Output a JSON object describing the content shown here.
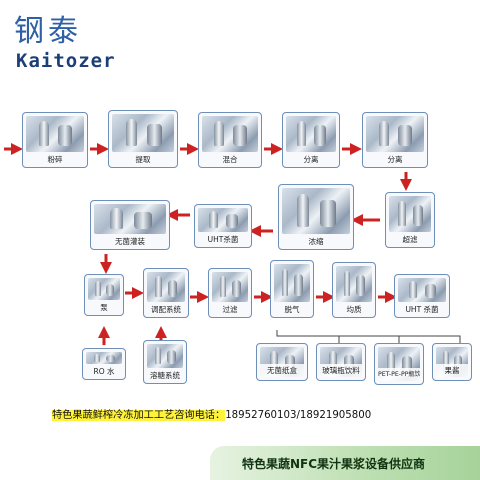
{
  "brand": {
    "name_cn": "钢泰",
    "name_en": "Kaitozer"
  },
  "colors": {
    "arrow": "#cc2222",
    "box_border": "#6e8fb8",
    "highlight": "#fff23a",
    "banner": "#a6d39a"
  },
  "steps": {
    "crush": "粉碎",
    "extract": "提取",
    "mix": "混合",
    "separate1": "分离",
    "separate2": "分离",
    "ultrafilter": "超滤",
    "concentrate": "浓缩",
    "uht1": "UHT杀菌",
    "aseptic_fill": "无菌灌装",
    "pump": "泵",
    "blending": "调配系统",
    "filter": "过滤",
    "degas": "脱气",
    "homogenize": "均质",
    "uht2": "UHT 杀菌",
    "ro_water": "RO 水",
    "sugar_system": "溶糖系统",
    "aseptic_carton": "无菌纸盒",
    "glass_bottle": "玻璃瓶饮料",
    "pet_bottle": "PET-PE-PP瓶饮料",
    "jam": "果酱"
  },
  "contact": {
    "label": "特色果蔬鲜榨冷冻加工工艺咨询电话：",
    "phone": "18952760103/18921905800"
  },
  "banner": "特色果蔬NFC果汁果浆设备供应商"
}
